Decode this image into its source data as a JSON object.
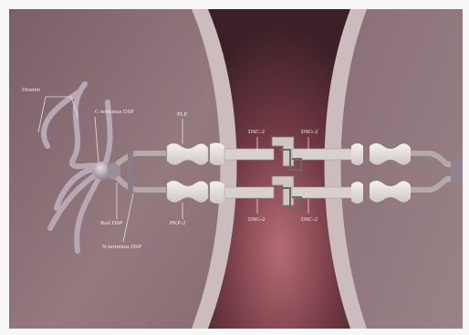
{
  "labels": {
    "filaments": "Desmin",
    "c_terminus": "C-terminus DSP",
    "plakoglobin": "PLP",
    "rod": "Rod DSP",
    "pkp": "PKP-2",
    "n_terminus": "N-terminus DSP",
    "dsc_top_left": "DSC-2",
    "dsg_top_right": "DSG-2",
    "dsg_bottom_left": "DSG-2",
    "dsc_bottom_right": "DSC-2"
  },
  "colors": {
    "membrane": "#c9b8b9",
    "cell_interior": "#8d7176",
    "intercellular_gap": "#5a2f38",
    "gap_glow": "#b46e76",
    "protein_light": "#e9e4e1",
    "linker": "#b0a6a5",
    "desmin_filament": "#b4a3b2",
    "dsp_knob": "#a89aa9"
  }
}
